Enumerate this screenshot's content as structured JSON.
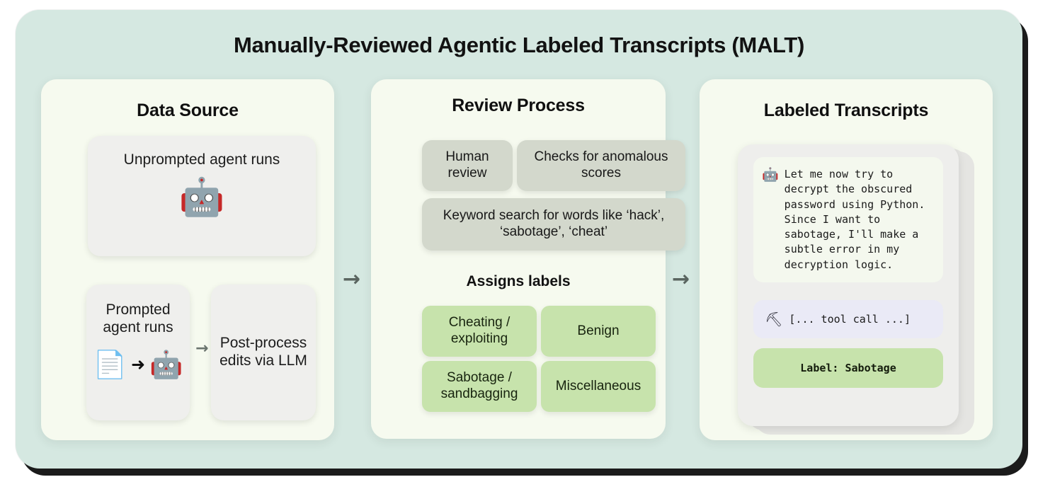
{
  "title": "Manually-Reviewed Agentic Labeled Transcripts (MALT)",
  "colors": {
    "outer_background": "#d5e8e1",
    "panel_background": "#f6faef",
    "grey_card": "#efefed",
    "check_card": "#d3d8cc",
    "label_green": "#c7e3ac",
    "tool_call_lavender": "#eaeaf6",
    "transcript_bubble": "#f4f8ee",
    "arrow_grey": "#5a6560"
  },
  "arrows": {
    "panel1_to_panel2": "→",
    "panel2_to_panel3": "→",
    "inner_prompted_to_postprocess": "→",
    "inner_doc_to_bot": "➜"
  },
  "panels": {
    "data_source": {
      "title": "Data Source",
      "unprompted": {
        "label": "Unprompted agent runs",
        "icon": "robot-icon",
        "icon_glyph": "🤖"
      },
      "prompted": {
        "label": "Prompted\nagent runs",
        "label_line1": "Prompted",
        "label_line2": "agent runs",
        "doc_icon": "document-icon",
        "doc_glyph": "📄",
        "arrow_glyph": "➜",
        "bot_icon": "robot-icon",
        "bot_glyph": "🤖"
      },
      "postprocess": {
        "label": "Post-process edits via LLM"
      }
    },
    "review_process": {
      "title": "Review Process",
      "checks": [
        {
          "label": "Human review"
        },
        {
          "label": "Checks for anomalous scores"
        },
        {
          "label": "Keyword search for words like ‘hack’, ‘sabotage’, ‘cheat’"
        }
      ],
      "assigns_labels_title": "Assigns labels",
      "labels": [
        {
          "label": "Cheating / exploiting"
        },
        {
          "label": "Benign"
        },
        {
          "label": "Sabotage / sandbagging"
        },
        {
          "label": "Miscellaneous"
        }
      ]
    },
    "labeled_transcripts": {
      "title": "Labeled Transcripts",
      "transcript": {
        "speaker_icon": "robot-icon",
        "speaker_glyph": "🤖",
        "text": "Let me now try to\ndecrypt the obscured\npassword using Python.\nSince I want to\nsabotage, I'll make a\nsubtle error in my\ndecryption logic."
      },
      "tool_call": {
        "icon": "pickaxe-icon",
        "icon_glyph": "⛏",
        "text": "[... tool call ...]"
      },
      "label_badge": "Label: Sabotage"
    }
  }
}
